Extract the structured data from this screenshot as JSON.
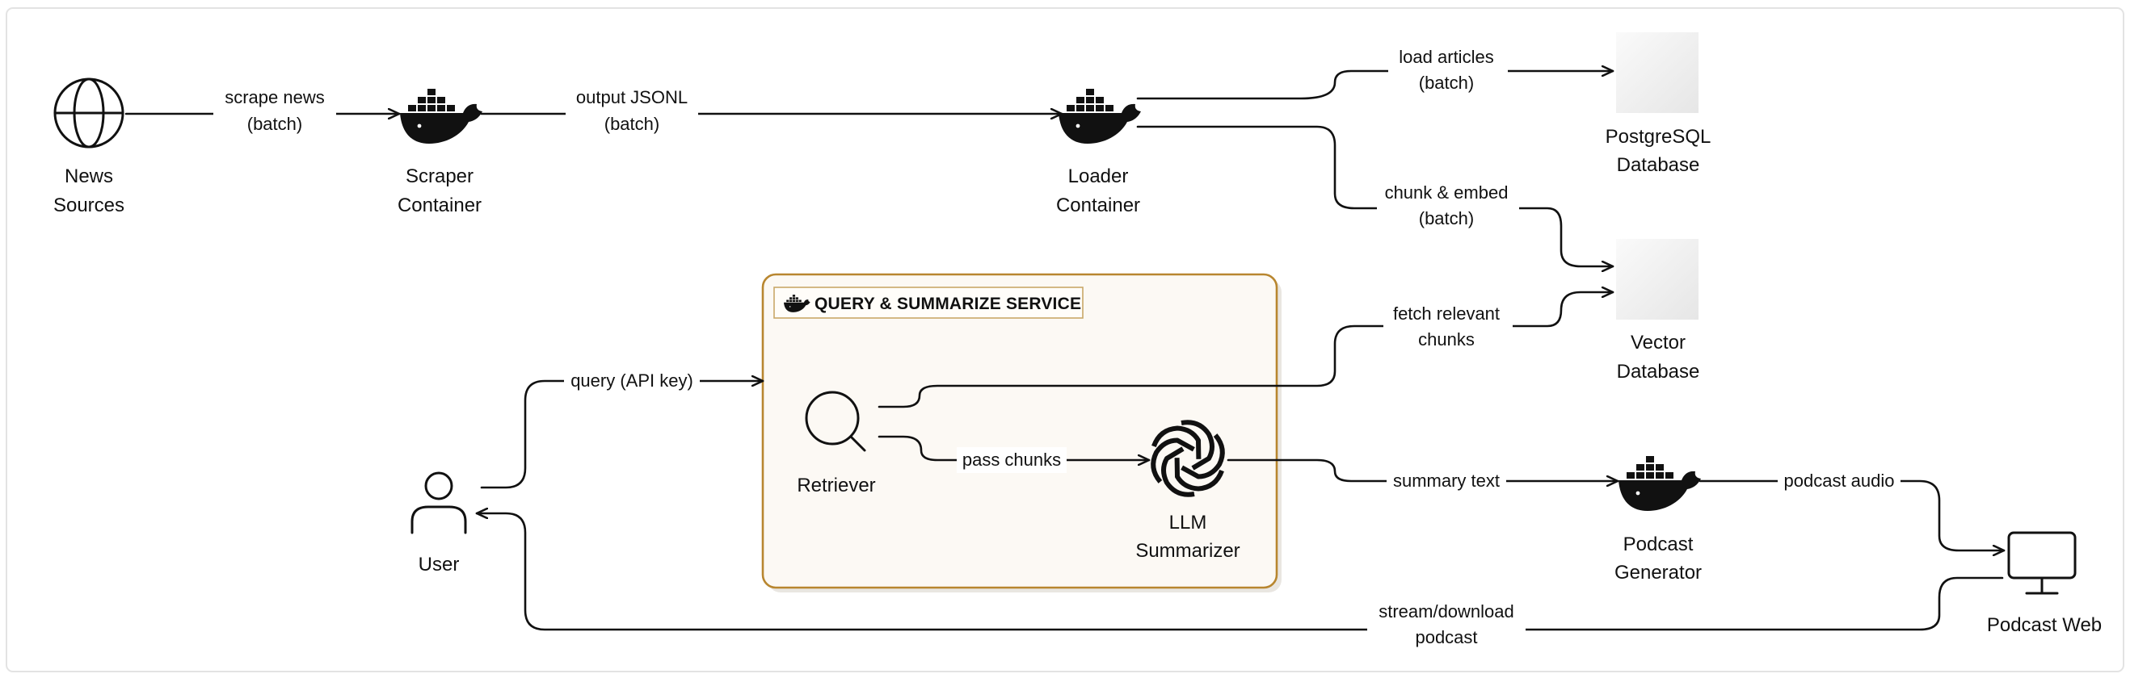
{
  "nodes": {
    "news_sources": {
      "lines": [
        "News",
        "Sources"
      ],
      "icon": "globe-icon"
    },
    "scraper": {
      "lines": [
        "Scraper",
        "Container"
      ],
      "icon": "docker-whale-icon"
    },
    "loader": {
      "lines": [
        "Loader",
        "Container"
      ],
      "icon": "docker-whale-icon"
    },
    "postgres": {
      "lines": [
        "PostgreSQL",
        "Database"
      ],
      "icon": "database-placeholder-icon"
    },
    "vector_db": {
      "lines": [
        "Vector",
        "Database"
      ],
      "icon": "database-placeholder-icon"
    },
    "user": {
      "lines": [
        "User"
      ],
      "icon": "person-icon"
    },
    "retriever": {
      "lines": [
        "Retriever"
      ],
      "icon": "magnifier-icon"
    },
    "llm": {
      "lines": [
        "LLM",
        "Summarizer"
      ],
      "icon": "openai-knot-icon"
    },
    "podcast_gen": {
      "lines": [
        "Podcast",
        "Generator"
      ],
      "icon": "docker-whale-icon"
    },
    "podcast_web": {
      "lines": [
        "Podcast Web"
      ],
      "icon": "monitor-icon"
    }
  },
  "group": {
    "title": "QUERY & SUMMARIZE SERVICE",
    "icon": "docker-whale-icon",
    "border_color": "#b8862f",
    "fill_color": "#fcf9f4"
  },
  "edges": {
    "scrape_news": [
      "scrape news",
      "(batch)"
    ],
    "output_jsonl": [
      "output JSONL",
      "(batch)"
    ],
    "load_articles": [
      "load articles",
      "(batch)"
    ],
    "chunk_embed": [
      "chunk & embed",
      "(batch)"
    ],
    "fetch_chunks": [
      "fetch relevant",
      "chunks"
    ],
    "query": [
      "query (API key)"
    ],
    "pass_chunks": [
      "pass chunks"
    ],
    "summary_text": [
      "summary text"
    ],
    "podcast_audio": [
      "podcast audio"
    ],
    "stream_download": [
      "stream/download",
      "podcast"
    ]
  }
}
